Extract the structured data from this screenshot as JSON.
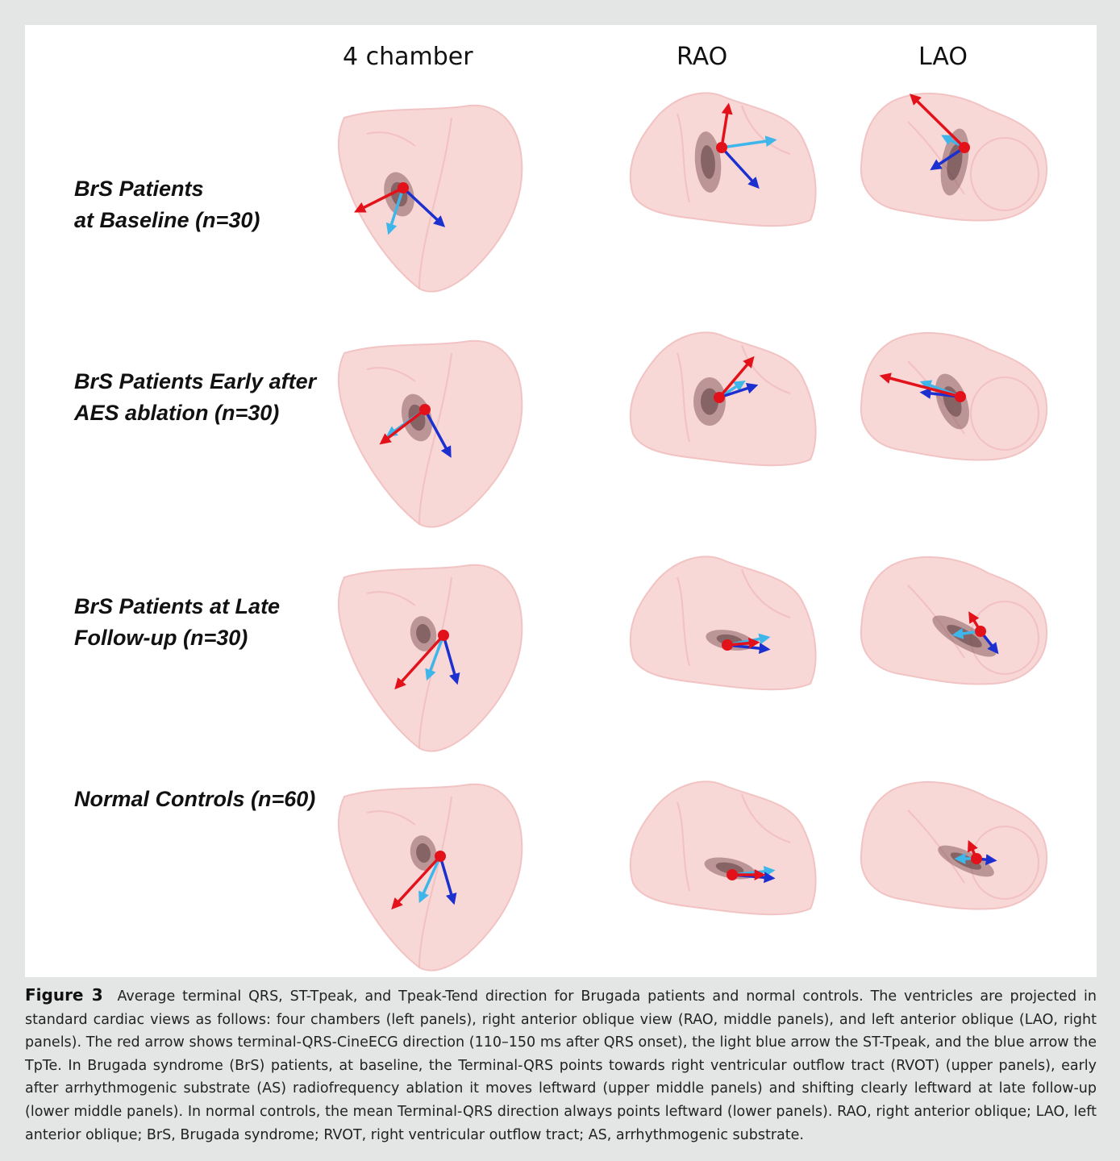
{
  "column_headers": [
    "4 chamber",
    "RAO",
    "LAO"
  ],
  "rows": [
    {
      "label_line1": "BrS Patients",
      "label_line2": "at Baseline (n=30)"
    },
    {
      "label_line1": "BrS Patients Early after",
      "label_line2": "AES ablation (n=30)"
    },
    {
      "label_line1": "BrS Patients at Late",
      "label_line2": "Follow-up  (n=30)"
    },
    {
      "label_line1": "Normal Controls (n=60)",
      "label_line2": ""
    }
  ],
  "arrow_colors": {
    "terminal_qrs": "#e3121a",
    "st_tpeak": "#3fb6ea",
    "tpte": "#1c2fcf"
  },
  "heart_colors": {
    "fill": "#f8d5d5",
    "stroke": "#f2c0c0",
    "core": "#8a5f62"
  },
  "caption": {
    "figure_label": "Figure 3",
    "text": "Average terminal QRS, ST-Tpeak, and Tpeak-Tend direction for Brugada patients and normal controls. The ventricles are projected in standard cardiac views as follows: four chambers (left panels), right anterior oblique view (RAO, middle panels), and left anterior oblique (LAO, right panels). The red arrow shows terminal-QRS-CineECG direction (110–150 ms after QRS onset), the light blue arrow the ST-Tpeak, and the blue arrow the TpTe. In Brugada syndrome (BrS) patients, at baseline, the Terminal-QRS points towards right ventricular outflow tract (RVOT) (upper panels), early after arrhythmogenic substrate (AS) radiofrequency ablation it moves leftward (upper middle panels) and shifting clearly leftward at late follow-up (lower middle panels). In normal controls, the mean Terminal-QRS direction always points leftward (lower panels). RAO, right anterior oblique; LAO, left anterior oblique; BrS, Brugada syndrome; RVOT, right ventricular outflow tract; AS, arrhythmogenic substrate."
  }
}
